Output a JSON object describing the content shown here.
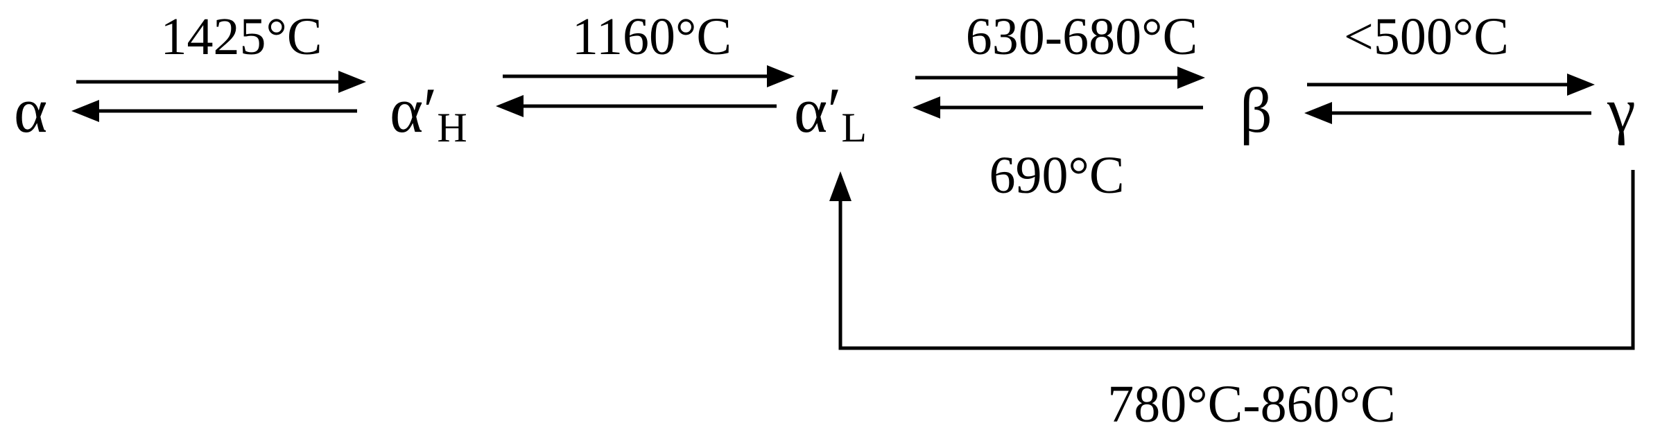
{
  "phases": {
    "alpha": {
      "symbol": "α"
    },
    "alpha_h": {
      "symbol": "α′",
      "subscript": "H"
    },
    "alpha_l": {
      "symbol": "α′",
      "subscript": "L"
    },
    "beta": {
      "symbol": "β"
    },
    "gamma": {
      "symbol": "γ"
    }
  },
  "transitions": {
    "alpha_to_alpha_h": {
      "label": "1425°C"
    },
    "alpha_h_to_alpha_l": {
      "label": "1160°C"
    },
    "alpha_l_to_beta": {
      "label": "630-680°C"
    },
    "beta_to_alpha_l": {
      "label": "690°C"
    },
    "beta_to_gamma": {
      "label": "<500°C"
    },
    "gamma_to_alpha_l": {
      "label": "780°C-860°C"
    }
  },
  "colors": {
    "ink": "#000000",
    "background": "#ffffff"
  }
}
